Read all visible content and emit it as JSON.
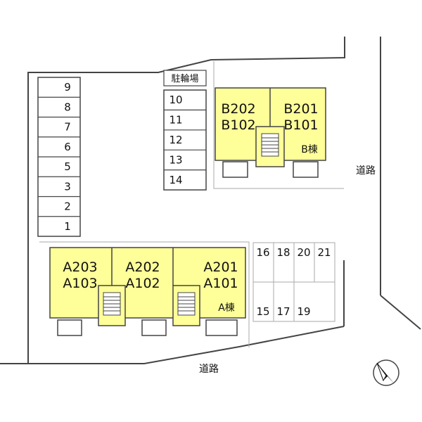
{
  "colors": {
    "building_fill": "#ffff99",
    "line": "#444444",
    "light_line": "#aaaaaa",
    "text": "#111111"
  },
  "parking_title": "駐輪場",
  "parking_left": [
    "9",
    "8",
    "7",
    "6",
    "5",
    "3",
    "2",
    "1"
  ],
  "parking_center": [
    "10",
    "11",
    "12",
    "13",
    "14"
  ],
  "parking_right_top": [
    "16",
    "18",
    "20",
    "21"
  ],
  "parking_right_bottom": [
    "15",
    "17",
    "19"
  ],
  "building_b": {
    "label": "B棟",
    "units": [
      {
        "upper": "B202",
        "lower": "B102"
      },
      {
        "upper": "B201",
        "lower": "B101"
      }
    ]
  },
  "building_a": {
    "label": "A棟",
    "units": [
      {
        "upper": "A203",
        "lower": "A103"
      },
      {
        "upper": "A202",
        "lower": "A102"
      },
      {
        "upper": "A201",
        "lower": "A101"
      }
    ]
  },
  "road_right": "道路",
  "road_bottom": "道路",
  "compass_icon": "north-arrow-icon"
}
